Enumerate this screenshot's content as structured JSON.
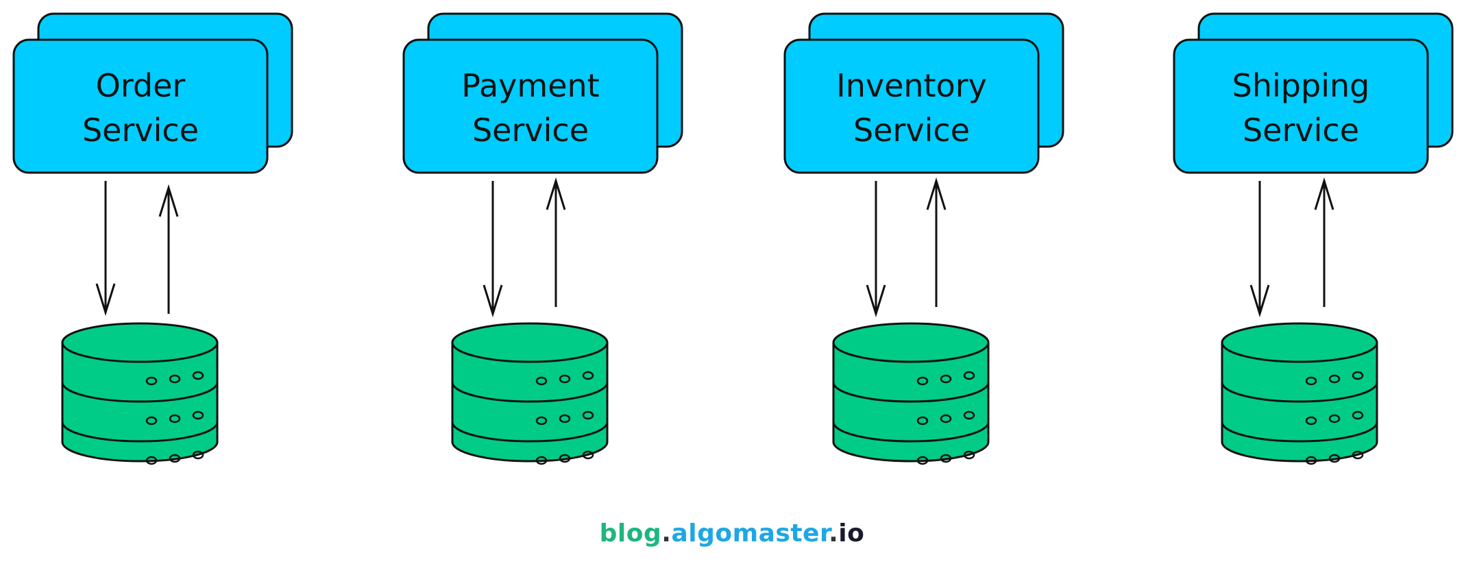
{
  "diagram": {
    "services": [
      {
        "label_line1": "Order",
        "label_line2": "Service"
      },
      {
        "label_line1": "Payment",
        "label_line2": "Service"
      },
      {
        "label_line1": "Inventory",
        "label_line2": "Service"
      },
      {
        "label_line1": "Shipping",
        "label_line2": "Service"
      }
    ],
    "colors": {
      "service_fill": "#00CCFF",
      "database_fill": "#00CC88",
      "stroke": "#111111"
    }
  },
  "footer": {
    "part1": "blog",
    "dot1": ".",
    "part2": "algomaster",
    "dot2": ".",
    "part3": "io"
  }
}
